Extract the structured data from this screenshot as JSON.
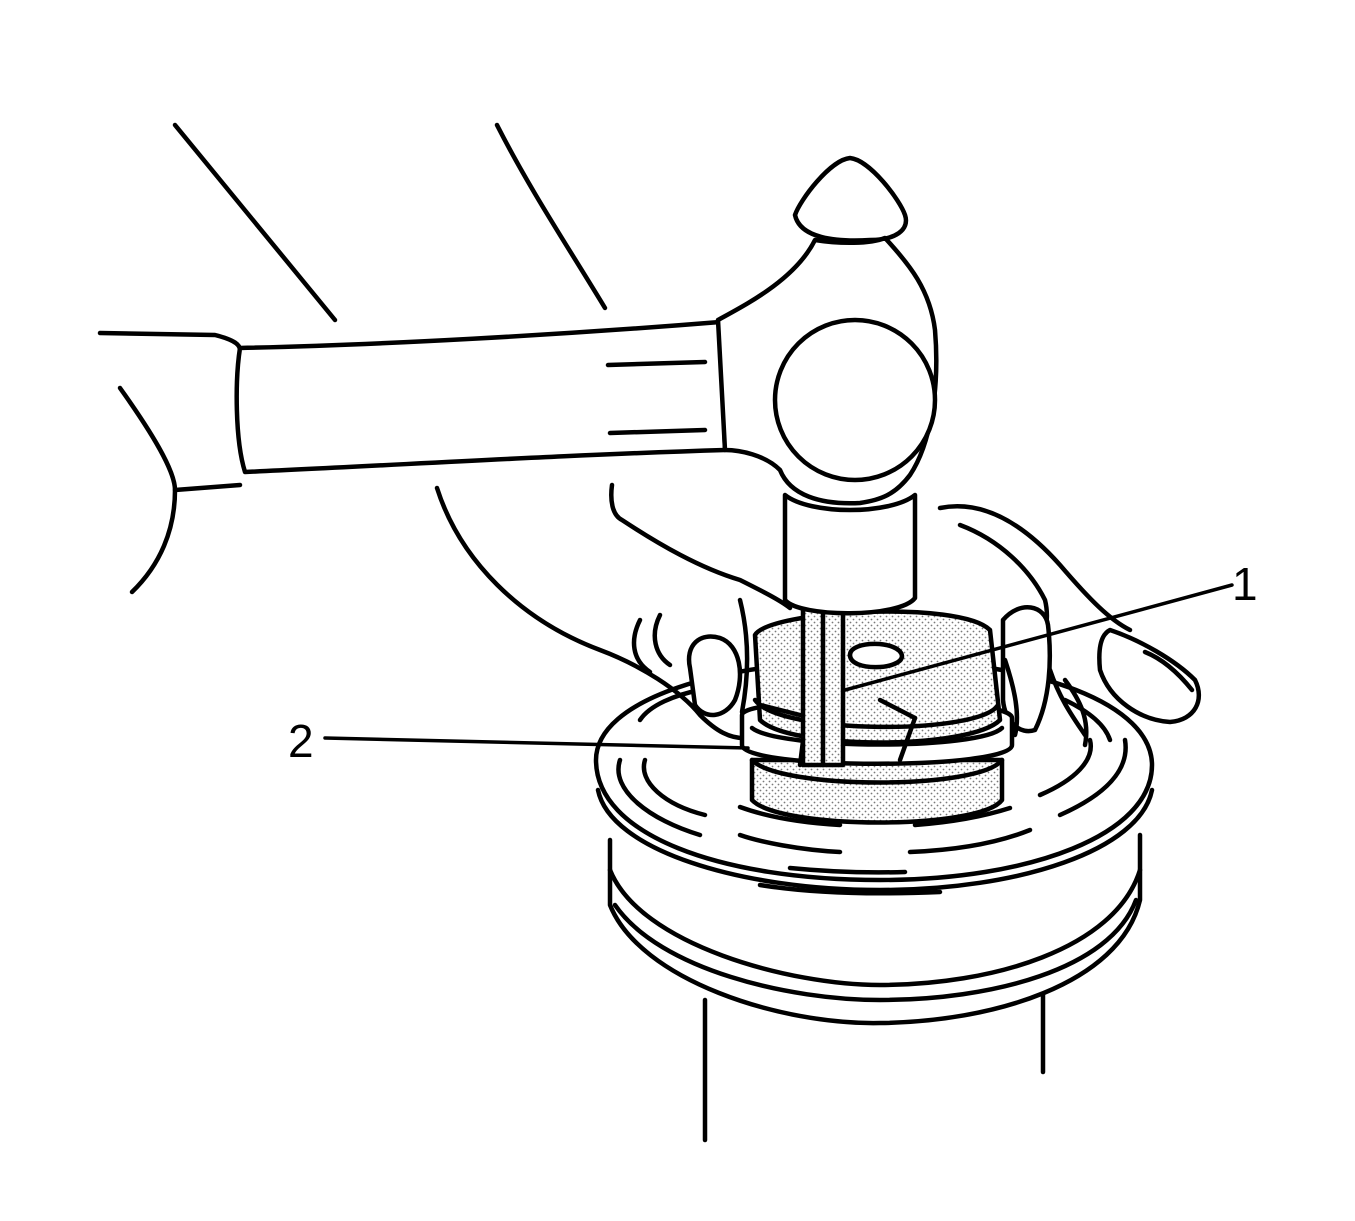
{
  "callouts": [
    {
      "id": "1",
      "label": "1"
    },
    {
      "id": "2",
      "label": "2"
    }
  ],
  "colors": {
    "line": "#000000",
    "background": "#ffffff",
    "stipple": "#7a7a7a"
  }
}
